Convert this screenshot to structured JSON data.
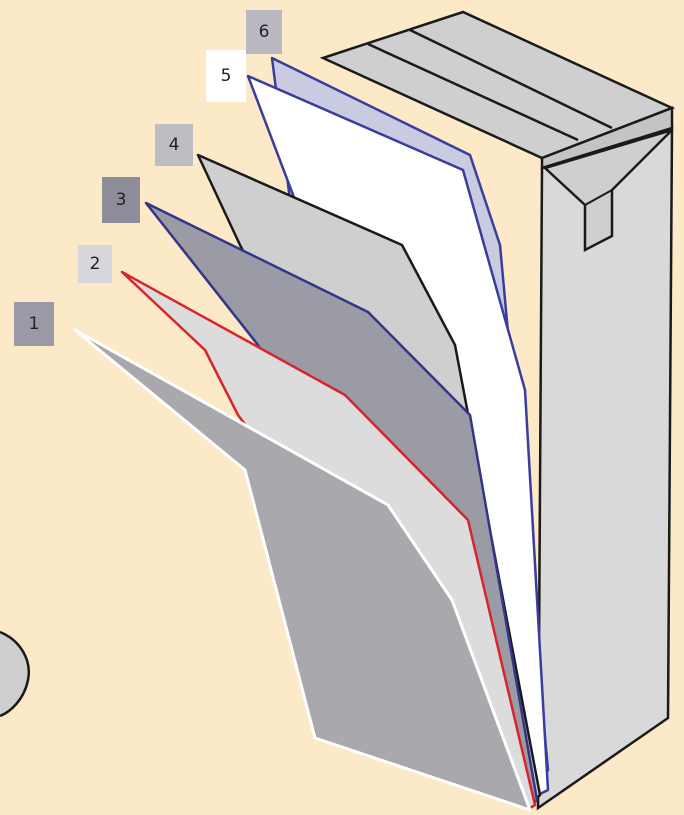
{
  "colors": {
    "background": "#fce9c8",
    "carton_body": "#d9d9d9",
    "carton_edge": "#1a1a1a",
    "layer1_fill": "#a9a9ad",
    "layer1_edge": "#ffffff",
    "layer2_fill": "#dcdcdc",
    "layer2_edge": "#d8242c",
    "layer3_fill": "#9b9ba6",
    "layer3_edge": "#34358a",
    "layer4_fill": "#cfcfcf",
    "layer4_edge": "#1a1a1a",
    "layer5_fill": "#ffffff",
    "layer5_edge": "#3a3c9e",
    "layer6_fill": "#c9cbe0",
    "layer6_edge": "#3a3c9e"
  },
  "layers": [
    {
      "label": "1",
      "label_bg": "#9a9aa6"
    },
    {
      "label": "2",
      "label_bg": "#d6d6dc"
    },
    {
      "label": "3",
      "label_bg": "#8e8e9a"
    },
    {
      "label": "4",
      "label_bg": "#bdbdc4"
    },
    {
      "label": "5",
      "label_bg": "#ffffff"
    },
    {
      "label": "6",
      "label_bg": "#b9b9c2"
    }
  ]
}
